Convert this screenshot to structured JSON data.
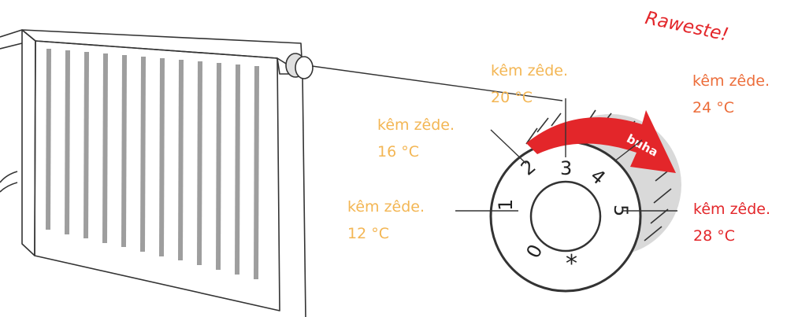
{
  "callout": "Raweste!",
  "arrow_label": "buha",
  "dial_numbers": [
    "0",
    "1",
    "2",
    "3",
    "4",
    "5"
  ],
  "dial_snowflake": "*",
  "labels": [
    {
      "name": "kêm zêde.",
      "temp": "12 °C"
    },
    {
      "name": "kêm zêde.",
      "temp": "16 °C"
    },
    {
      "name": "kêm zêde.",
      "temp": "20 °C"
    },
    {
      "name": "kêm zêde.",
      "temp": "24 °C"
    },
    {
      "name": "kêm zêde.",
      "temp": "28 °C"
    }
  ],
  "colors": {
    "warm": "#f3b654",
    "hot": "#ec6d3a",
    "red": "#e3262a",
    "line": "#333333",
    "radiator_fin": "#9e9e9e",
    "dial_shadow": "#d9d9d9"
  },
  "icons": [
    "radiator-icon",
    "thermostat-valve-icon",
    "dial-knob-icon",
    "direction-arrow-icon",
    "snowflake-icon"
  ]
}
